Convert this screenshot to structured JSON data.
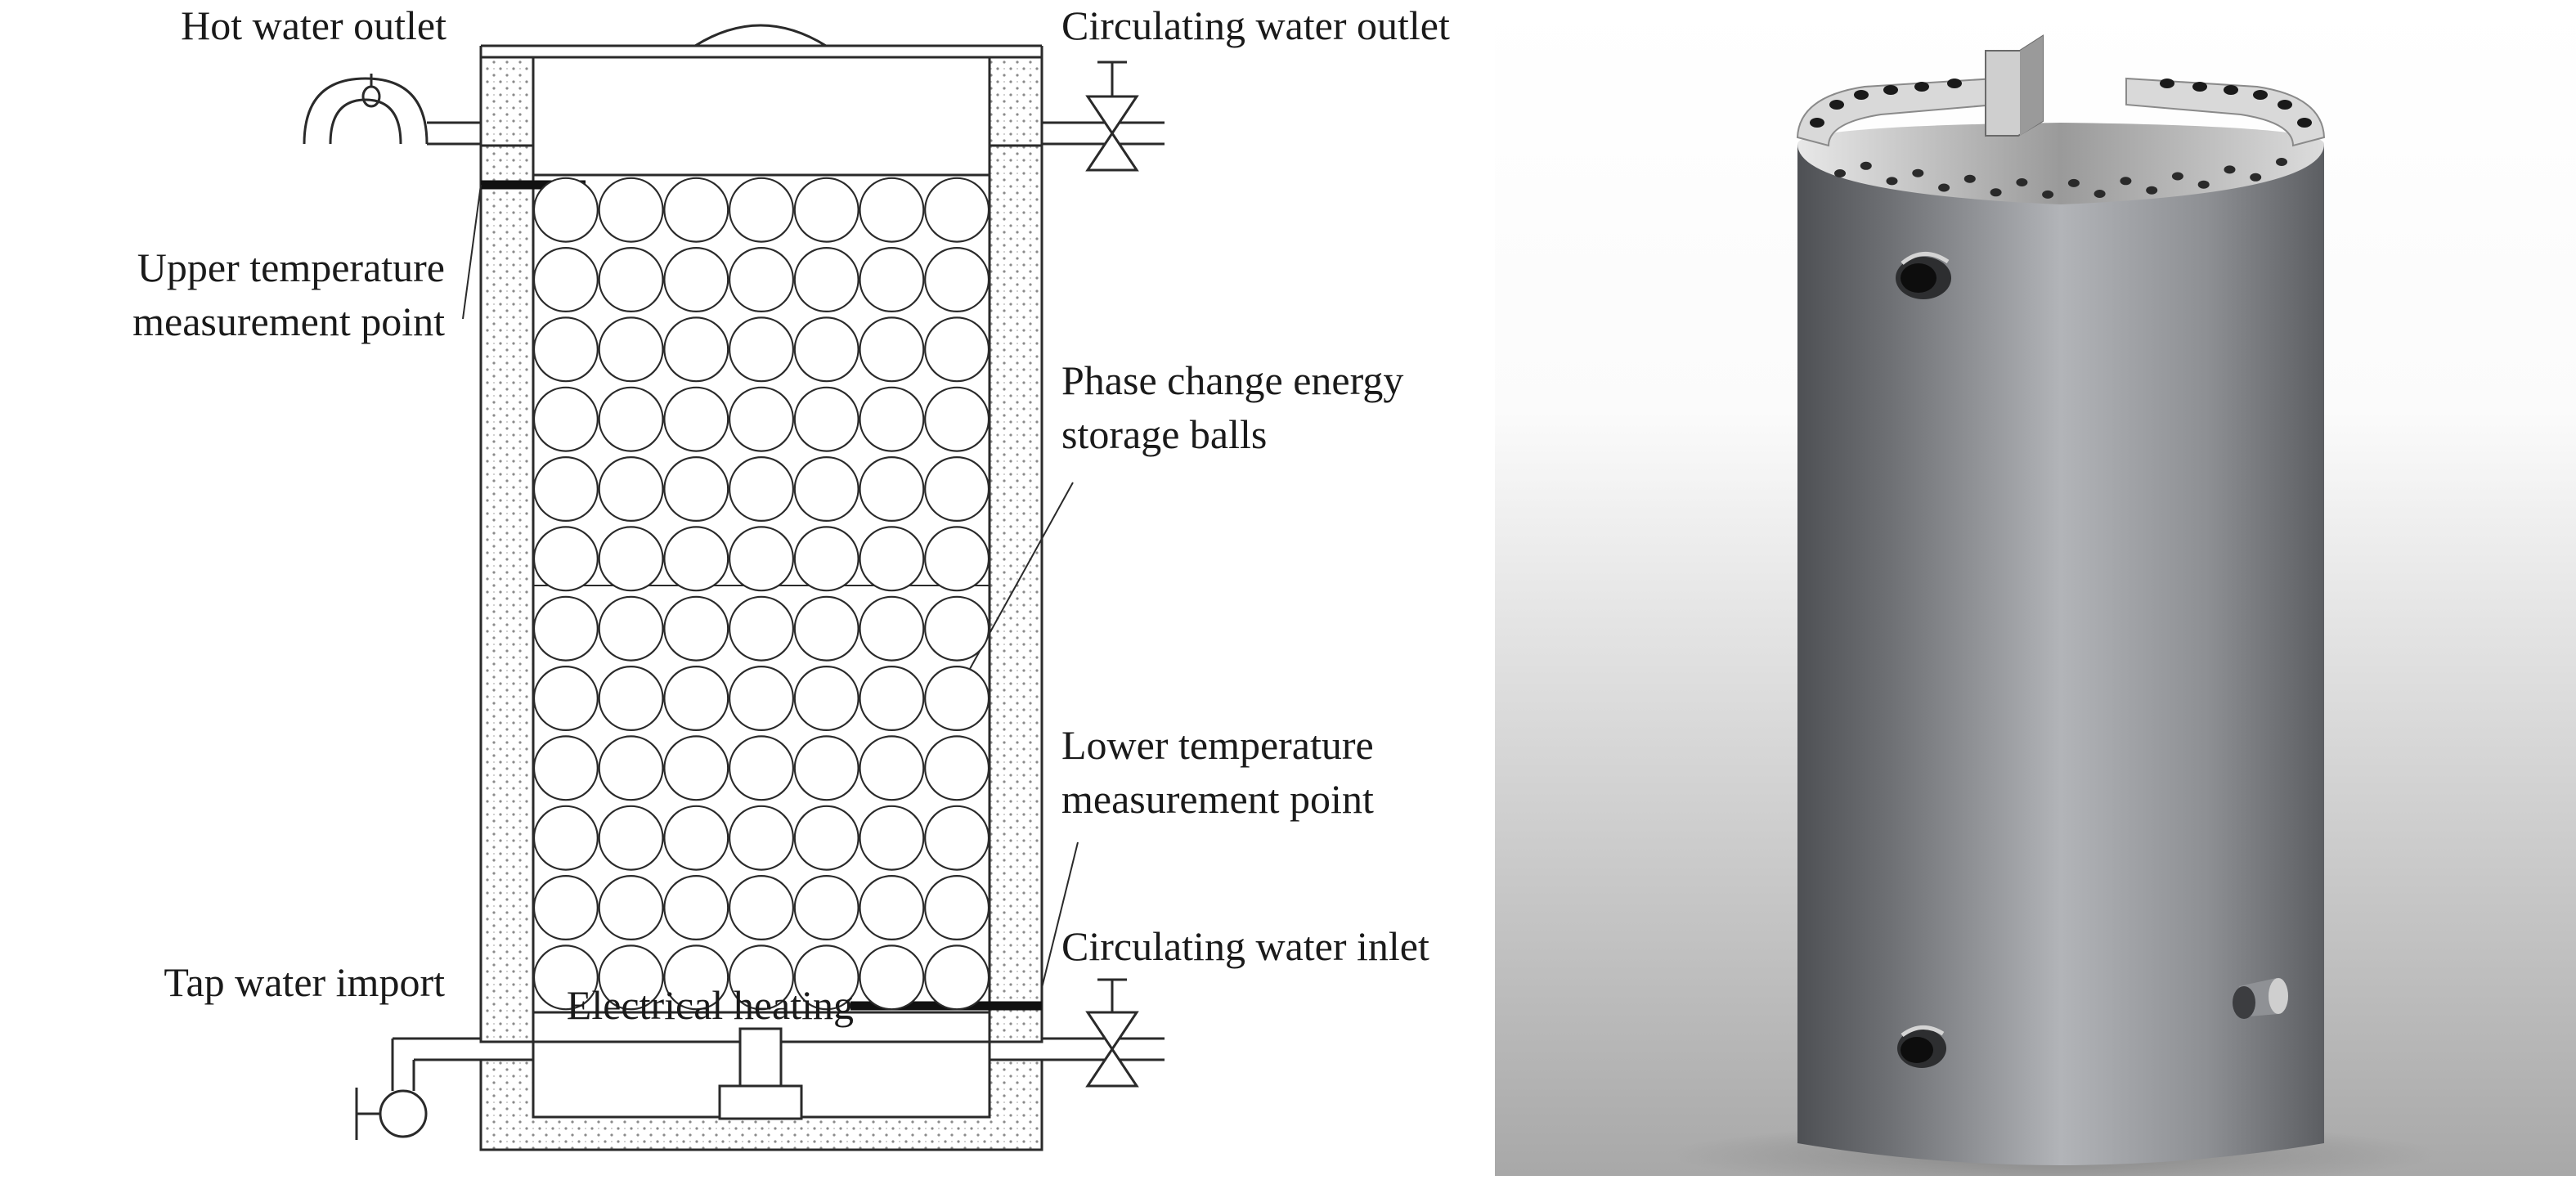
{
  "labels": {
    "hot_water_outlet": "Hot water outlet",
    "circulating_water_outlet": "Circulating water outlet",
    "upper_temp_line1": "Upper temperature",
    "upper_temp_line2": "measurement point",
    "phase_change_line1": "Phase change energy",
    "phase_change_line2": "storage balls",
    "lower_temp_line1": "Lower temperature",
    "lower_temp_line2": "measurement point",
    "circulating_water_inlet": "Circulating water inlet",
    "tap_water_import": "Tap water import",
    "electrical_heating": "Electrical heating"
  },
  "balls": {
    "columns": 7,
    "rows": 12
  },
  "colors": {
    "line": "#2a2a2a",
    "insulation_dot": "#8a8a8a",
    "render_background_top": "#ffffff",
    "render_background_bottom": "#a8a8a8",
    "cylinder_dark": "#4e5054",
    "cylinder_light": "#b2b4b8"
  }
}
